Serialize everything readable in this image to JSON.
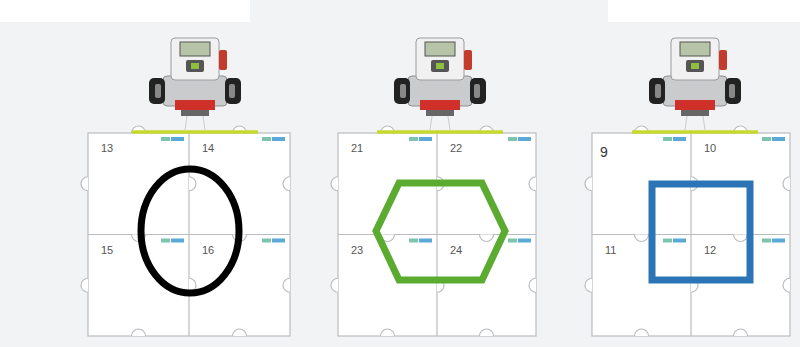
{
  "diagram": {
    "nodes": [
      {
        "text": [
          "13"
        ]
      },
      {
        "text": [
          "14"
        ]
      },
      {
        "text": [
          "15"
        ]
      },
      {
        "text": [
          "16"
        ]
      },
      {
        "text": [
          "21"
        ]
      },
      {
        "text": [
          "22"
        ]
      },
      {
        "text": [
          "23"
        ]
      },
      {
        "text": [
          "24"
        ]
      },
      {
        "text": [
          "9"
        ]
      },
      {
        "text": [
          "10"
        ]
      },
      {
        "text": [
          "11"
        ]
      },
      {
        "text": [
          "12"
        ]
      }
    ]
  }
}
